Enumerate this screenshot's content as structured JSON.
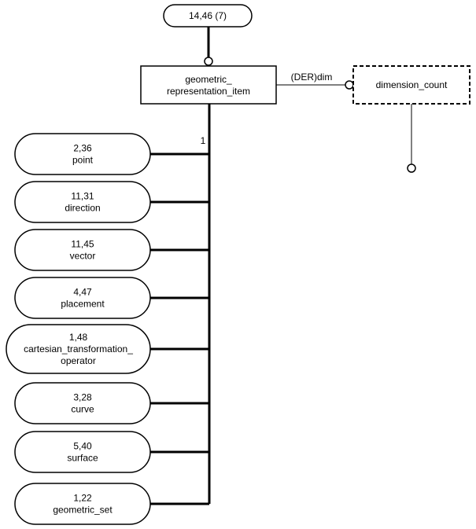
{
  "colors": {
    "stroke": "#000000",
    "background": "#ffffff"
  },
  "top_ref": {
    "label": "14,46 (7)"
  },
  "main_entity": {
    "line1": "geometric_",
    "line2": "representation_item"
  },
  "attribute": {
    "label": "(DER)dim",
    "type_label": "dimension_count"
  },
  "cardinality": "1",
  "subtypes": [
    {
      "ref": "2,36",
      "name_lines": [
        "point"
      ]
    },
    {
      "ref": "11,31",
      "name_lines": [
        "direction"
      ]
    },
    {
      "ref": "11,45",
      "name_lines": [
        "vector"
      ]
    },
    {
      "ref": "4,47",
      "name_lines": [
        "placement"
      ]
    },
    {
      "ref": "1,48",
      "name_lines": [
        "cartesian_transformation_",
        "operator"
      ]
    },
    {
      "ref": "3,28",
      "name_lines": [
        "curve"
      ]
    },
    {
      "ref": "5,40",
      "name_lines": [
        "surface"
      ]
    },
    {
      "ref": "1,22",
      "name_lines": [
        "geometric_set"
      ]
    }
  ]
}
